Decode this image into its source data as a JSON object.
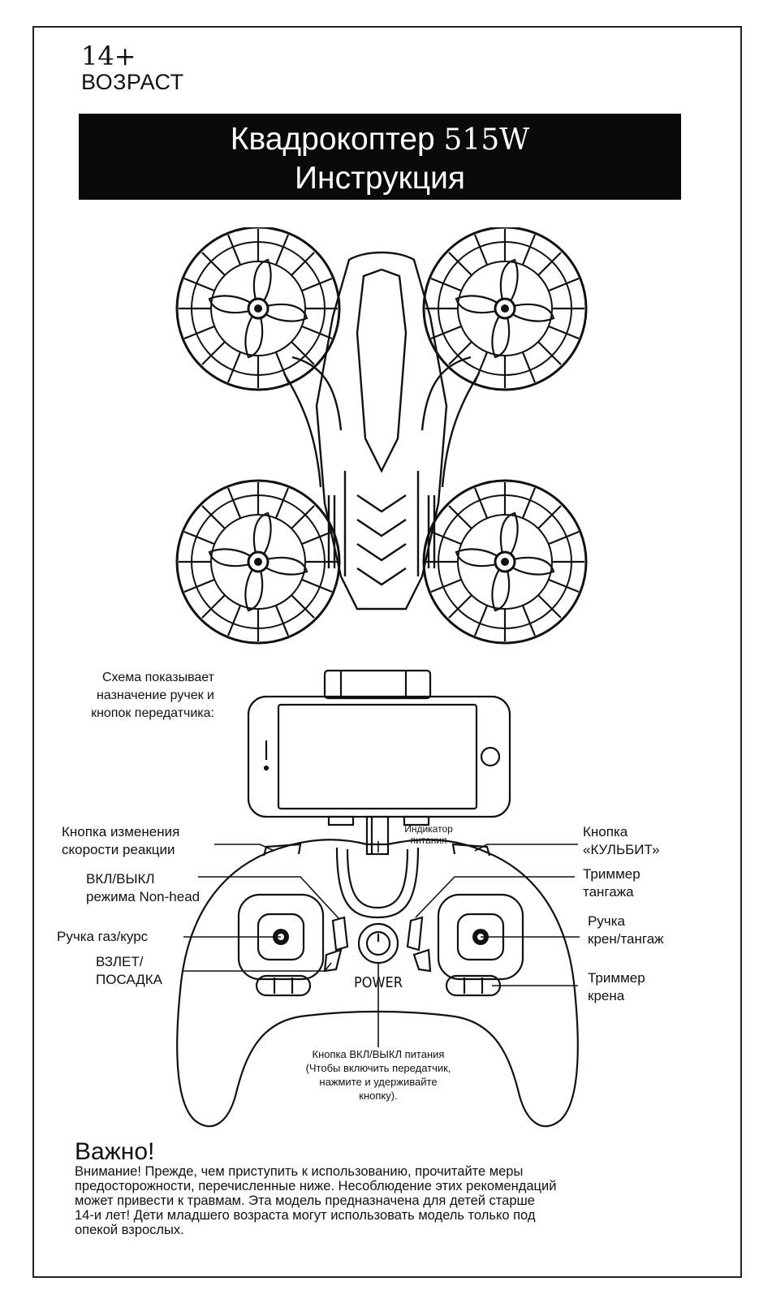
{
  "age": {
    "number": "14+",
    "label": "ВОЗРАСТ"
  },
  "title": {
    "product": "Квадрокоптер",
    "model": "515W",
    "subtitle": "Инструкция"
  },
  "scheme_caption": [
    "Схема показывает",
    "назначение ручек и",
    "кнопок передатчика:"
  ],
  "labels": {
    "speed_button": [
      "Кнопка изменения",
      "скорости реакции"
    ],
    "power_indicator": [
      "Индикатор",
      "питания"
    ],
    "flip_button": [
      "Кнопка",
      "«КУЛЬБИТ»"
    ],
    "nonhead": [
      "ВКЛ/ВЫКЛ",
      "режима Non-head"
    ],
    "pitch_trim": [
      "Триммер",
      "тангажа"
    ],
    "throttle_stick": "Ручка газ/курс",
    "roll_pitch_stick": [
      "Ручка",
      "крен/тангаж"
    ],
    "takeoff": [
      "ВЗЛЕТ/",
      "ПОСАДКА"
    ],
    "roll_trim": [
      "Триммер",
      "крена"
    ],
    "power_text": "POWER",
    "power_button": [
      "Кнопка ВКЛ/ВЫКЛ питания",
      "(Чтобы включить передатчик,",
      "нажмите и удерживайте",
      "кнопку)."
    ]
  },
  "important": {
    "title": "Важно!",
    "lines": [
      "Внимание! Прежде, чем приступить к использованию, прочитайте меры",
      "предосторожности, перечисленные ниже. Несоблюдение этих рекомендаций",
      "может привести к травмам. Эта модель предназначена для детей старше",
      "14-и лет! Дети младшего возраста могут использовать модель только под",
      "опекой взрослых."
    ]
  }
}
